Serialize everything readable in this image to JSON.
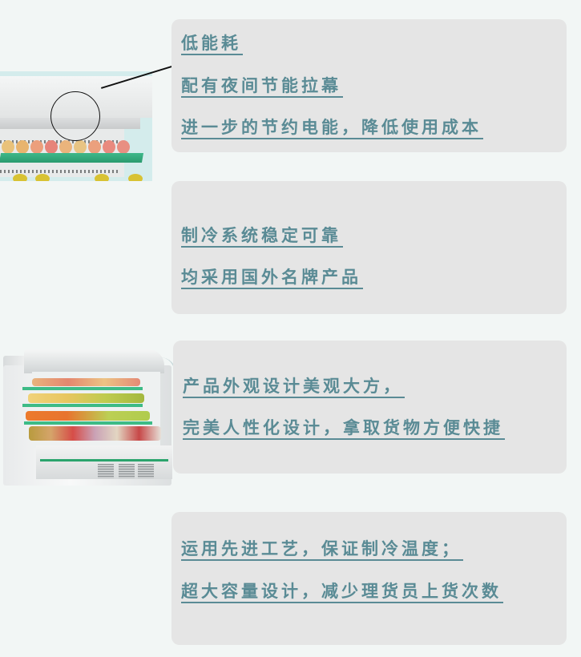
{
  "colors": {
    "page_background": "#f2f6f5",
    "panel_background": "#e5e5e5",
    "text_accent": "#5a8b95"
  },
  "panels": [
    {
      "lines": [
        "低能耗",
        "配有夜间节能拉幕",
        "进一步的节约电能，降低使用成本"
      ]
    },
    {
      "lines": [
        "制冷系统稳定可靠",
        "均采用国外名牌产品"
      ]
    },
    {
      "lines": [
        "产品外观设计美观大方，",
        "完美人性化设计，拿取货物方便快捷"
      ]
    },
    {
      "lines": [
        "运用先进工艺，保证制冷温度；",
        "超大容量设计，减少理货员上货次数"
      ]
    }
  ],
  "images": [
    {
      "alt": "canopy-closeup-with-night-curtain"
    },
    {
      "alt": "open-refrigerated-display-cabinet"
    }
  ]
}
